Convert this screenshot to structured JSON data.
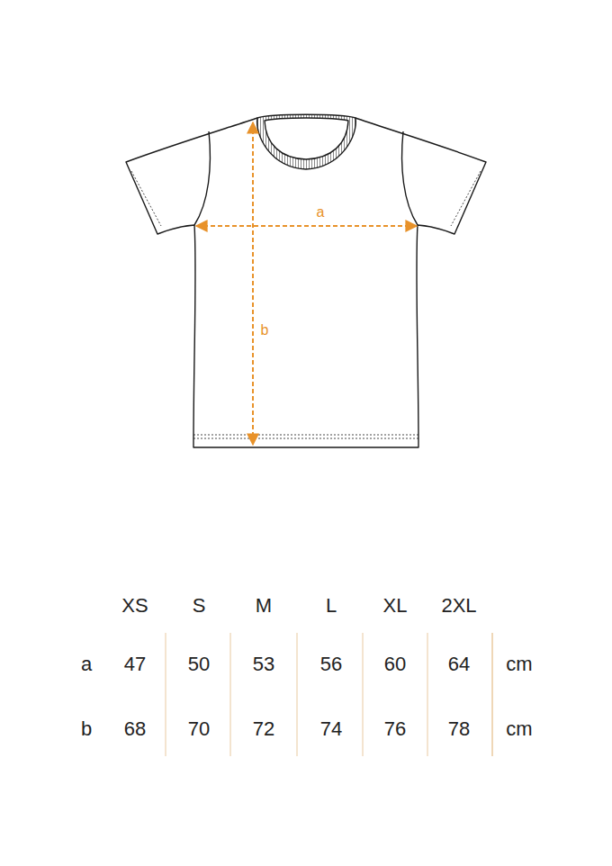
{
  "diagram": {
    "labels": [
      "a",
      "b",
      "XS",
      "S",
      "M",
      "L",
      "XL",
      "2XL",
      "a",
      "47",
      "50",
      "53",
      "56",
      "60",
      "64",
      "cm",
      "b",
      "68",
      "70",
      "72",
      "74",
      "76",
      "78",
      "cm"
    ]
  }
}
